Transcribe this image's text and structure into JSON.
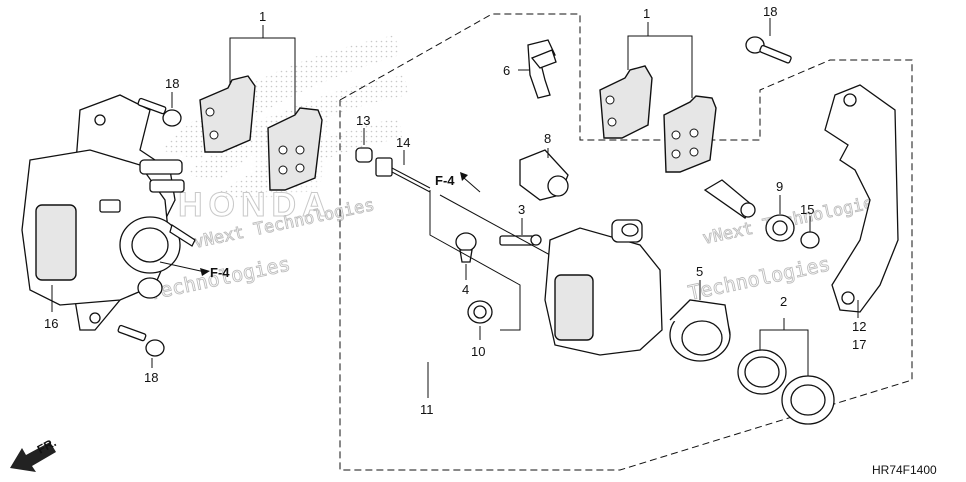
{
  "diagram": {
    "part_labels": {
      "p1a": "1",
      "p1b": "1",
      "p2": "2",
      "p3": "3",
      "p4": "4",
      "p5": "5",
      "p6": "6",
      "p8": "8",
      "p9": "9",
      "p10": "10",
      "p11": "11",
      "p12": "12",
      "p13": "13",
      "p14": "14",
      "p15": "15",
      "p16": "16",
      "p17": "17",
      "p18a": "18",
      "p18b": "18",
      "p18c": "18"
    },
    "callouts": {
      "f4_left": "F-4",
      "f4_top": "F-4"
    },
    "direction_label": "FR.",
    "diagram_code": "HR74F1400",
    "watermarks": {
      "wm1": "vNext Technologies",
      "wm2": "Technologies",
      "wm3": "vNext Technologies",
      "wm4": "Technologies"
    },
    "logo_text": "HONDA"
  }
}
